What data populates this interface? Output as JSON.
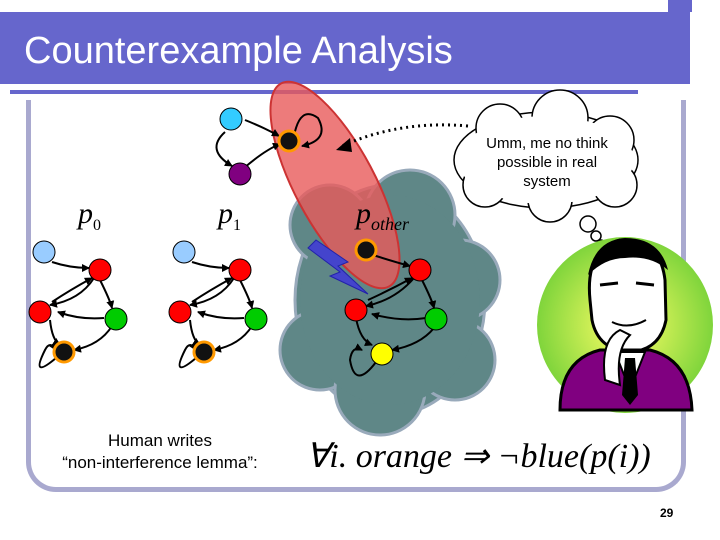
{
  "slide": {
    "title": "Counterexample Analysis",
    "page_number": "29"
  },
  "diagram": {
    "process_labels": {
      "p0": "p",
      "p0_sub": "0",
      "p1": "p",
      "p1_sub": "1",
      "pother": "p",
      "pother_sub": "other"
    },
    "thought_bubble": {
      "line1": "Umm, me no think",
      "line2": "possible in real",
      "line3": "system"
    },
    "human_caption": {
      "line1": "Human writes",
      "line2": "“non-interference lemma”:"
    },
    "formula": "∀i. orange ⇒ ¬blue(p(i))",
    "colors": {
      "title_bar": "#6666cc",
      "frame": "#a9a9cf",
      "node_blue": "#99ccff",
      "node_red": "#ff0000",
      "node_green": "#00cc00",
      "node_black": "#111111",
      "node_cyan": "#33ccff",
      "node_purple": "#800080",
      "node_yellow": "#ffff00",
      "cloud_gray": "#5f8787",
      "highlight_red": "#e85a5a",
      "lightning": "#4444cc"
    }
  }
}
